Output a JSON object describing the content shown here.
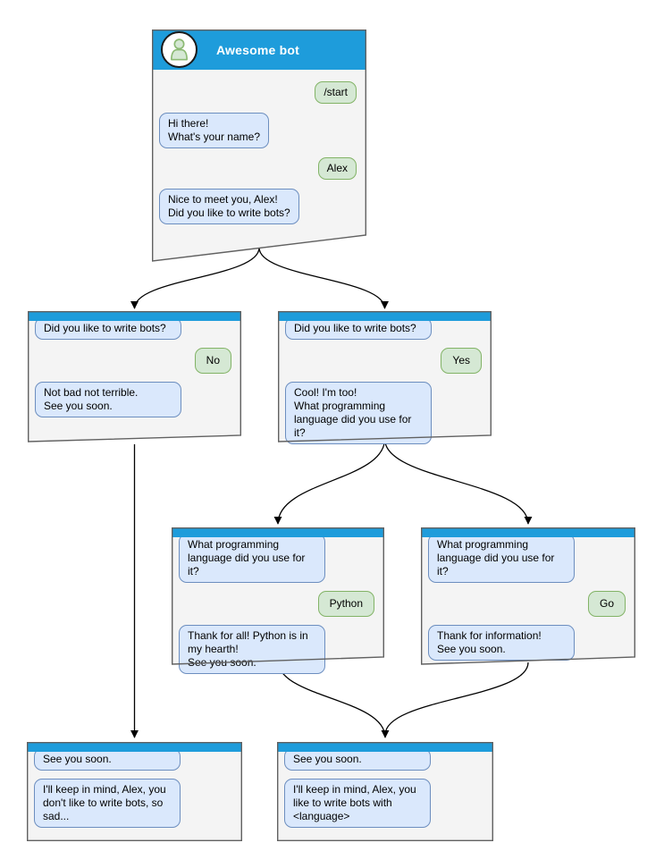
{
  "diagram": {
    "type": "chatbot-conversation-flow",
    "colors": {
      "header_blue": "#1E9CDB",
      "window_bg": "#f4f4f4",
      "window_border": "#616161",
      "bot_bubble_bg": "#dae8fc",
      "bot_bubble_border": "#6c8ebf",
      "user_bubble_bg": "#d5e8d4",
      "user_bubble_border": "#82b366",
      "connector": "#000000"
    }
  },
  "windows": {
    "main": {
      "title": "Awesome bot",
      "avatar_icon": "user-avatar-icon",
      "messages": [
        {
          "from": "user",
          "text": "/start"
        },
        {
          "from": "bot",
          "text": "Hi there!\nWhat's your name?"
        },
        {
          "from": "user",
          "text": "Alex"
        },
        {
          "from": "bot",
          "text": "Nice to meet you, Alex!\nDid you like to write bots?"
        }
      ]
    },
    "branch_no": {
      "messages": [
        {
          "from": "bot",
          "text": "Did you like to write bots?"
        },
        {
          "from": "user",
          "text": "No"
        },
        {
          "from": "bot",
          "text": "Not bad not terrible.\nSee you soon."
        }
      ]
    },
    "branch_yes": {
      "messages": [
        {
          "from": "bot",
          "text": "Did you like to write bots?"
        },
        {
          "from": "user",
          "text": "Yes"
        },
        {
          "from": "bot",
          "text": "Cool! I'm too!\nWhat programming\nlanguage did you use for it?"
        }
      ]
    },
    "branch_python": {
      "messages": [
        {
          "from": "bot",
          "text": "What programming\nlanguage did you use for it?"
        },
        {
          "from": "user",
          "text": "Python"
        },
        {
          "from": "bot",
          "text": "Thank for all! Python is in\nmy hearth!\nSee you soon."
        }
      ]
    },
    "branch_go": {
      "messages": [
        {
          "from": "bot",
          "text": "What programming\nlanguage did you use for it?"
        },
        {
          "from": "user",
          "text": "Go"
        },
        {
          "from": "bot",
          "text": "Thank for information!\nSee you soon."
        }
      ]
    },
    "end_no": {
      "messages": [
        {
          "from": "bot",
          "text": "See you soon."
        },
        {
          "from": "bot",
          "text": "I'll keep in mind, Alex, you\ndon't like to write bots, so\nsad..."
        }
      ]
    },
    "end_yes": {
      "messages": [
        {
          "from": "bot",
          "text": "See you soon."
        },
        {
          "from": "bot",
          "text": "I'll keep in mind, Alex, you\nlike to write bots with\n<language>"
        }
      ]
    }
  },
  "edges": [
    {
      "from": "main",
      "to": "branch_no"
    },
    {
      "from": "main",
      "to": "branch_yes"
    },
    {
      "from": "branch_yes",
      "to": "branch_python"
    },
    {
      "from": "branch_yes",
      "to": "branch_go"
    },
    {
      "from": "branch_no",
      "to": "end_no"
    },
    {
      "from": "branch_python",
      "to": "end_yes"
    },
    {
      "from": "branch_go",
      "to": "end_yes"
    }
  ]
}
